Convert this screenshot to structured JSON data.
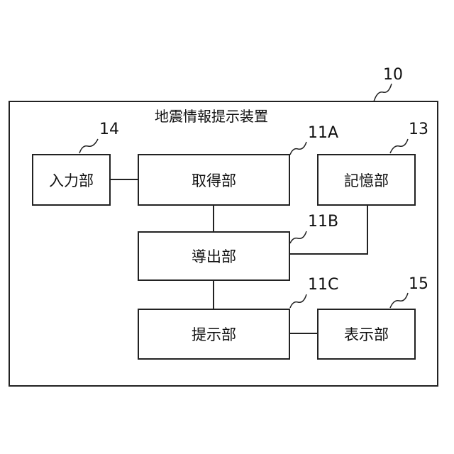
{
  "device": {
    "ref": "10",
    "title": "地震情報提示装置"
  },
  "blocks": {
    "input": {
      "label": "入力部",
      "ref": "14"
    },
    "acquisition": {
      "label": "取得部",
      "ref": "11A"
    },
    "storage": {
      "label": "記憶部",
      "ref": "13"
    },
    "derivation": {
      "label": "導出部",
      "ref": "11B"
    },
    "presentation": {
      "label": "提示部",
      "ref": "11C"
    },
    "display": {
      "label": "表示部",
      "ref": "15"
    }
  }
}
